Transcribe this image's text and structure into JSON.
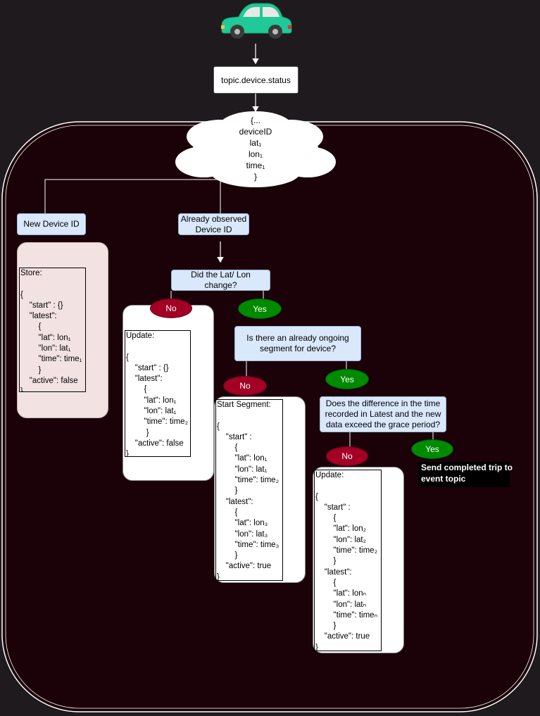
{
  "topic": "topic.device.status",
  "cloud_text": "{...\ndeviceID\nlat₁\nlon₁\ntime₁\n}",
  "new_device_label": "New Device ID",
  "already_observed_label": "Already observed\nDevice ID",
  "question_latlon": "Did the Lat/ Lon\nchange?",
  "question_segment": "Is there an already ongoing\nsegment for device?",
  "question_grace": "Does the difference in the time\nrecorded in Latest and the new\ndata exceed the grace period?",
  "no_label": "No",
  "yes_label": "Yes",
  "store_text": "Store:\n\n{\n    \"start\" : {}\n    \"latest\":\n        {\n        \"lat\": lon₁\n        \"lon\": lat₁\n        \"time\": time₁\n        }\n    \"active\": false\n}",
  "update1_text": "Update:\n\n{\n    \"start\" : {}\n    \"latest\":\n        {\n        \"lat\": lon₁\n        \"lon\": lat₁\n        \"time\": time₂\n         }\n    \"active\": false\n}",
  "start_segment_text": "Start Segment:\n\n{\n    \"start\" :\n        {\n        \"lat\": lon₁\n        \"lon\": lat₁\n        \"time\": time₂\n        }\n    \"latest\":\n        {\n        \"lat\": lon₃\n        \"lon\": lat₃\n        \"time\": time₃\n        }\n    \"active\": true\n}",
  "update2_text": "Update:\n\n{\n    \"start\" :\n        {\n        \"lat\": lon₂\n        \"lon\": lat₂\n        \"time\": time₂\n        }\n    \"latest\":\n        {\n        \"lat\": lonₙ\n        \"lon\": latₙ\n        \"time\": timeₙ\n        }\n    \"active\": true\n}",
  "send_trip": "Send completed trip to\nevent topic",
  "colors": {
    "car": "#20c997",
    "no": "#a20025",
    "yes": "#008a00",
    "box": "#dae8fc",
    "container": "#1a0208"
  }
}
